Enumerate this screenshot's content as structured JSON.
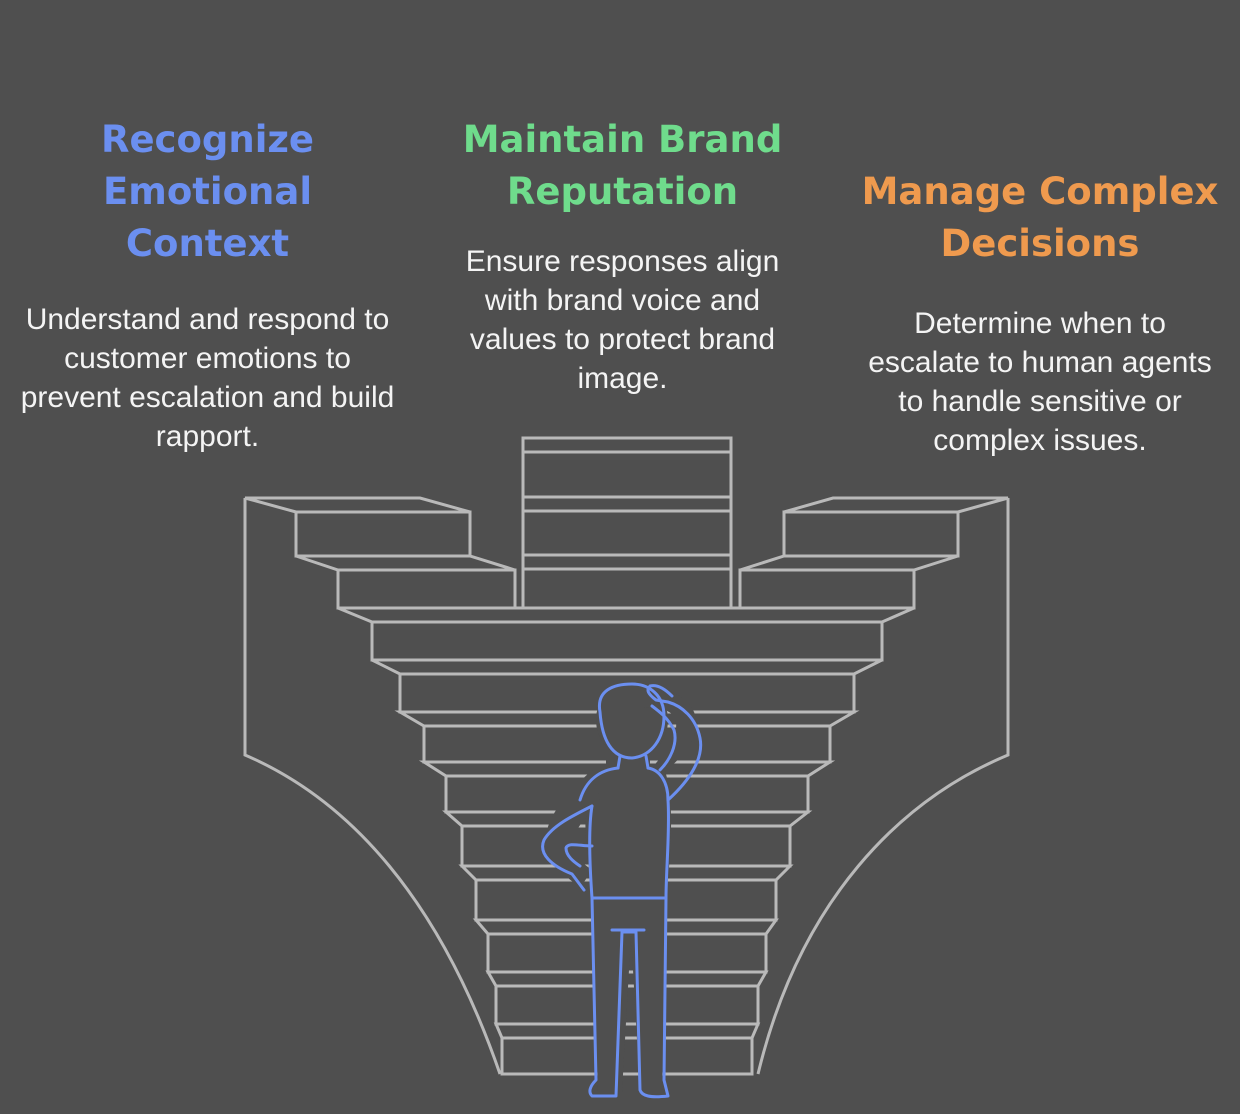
{
  "colors": {
    "background": "#4f4f4f",
    "stairs_stroke": "#b9b9b9",
    "figure_stroke": "#6b8ff0",
    "title_1": "#6b8ff0",
    "title_2": "#6fdc8c",
    "title_3": "#ef9a4e",
    "text": "#f4f4f4"
  },
  "columns": [
    {
      "title": "Recognize Emotional Context",
      "description": "Understand and respond to customer emotions to prevent escalation and build rapport."
    },
    {
      "title": "Maintain Brand Reputation",
      "description": "Ensure responses align with brand voice and values to protect brand image."
    },
    {
      "title": "Manage Complex Decisions",
      "description": "Determine when to escalate to human agents to handle sensitive or complex issues."
    }
  ],
  "illustration": {
    "stairs_icon": "diverging-staircase-icon",
    "person_icon": "person-scratching-head-icon"
  }
}
